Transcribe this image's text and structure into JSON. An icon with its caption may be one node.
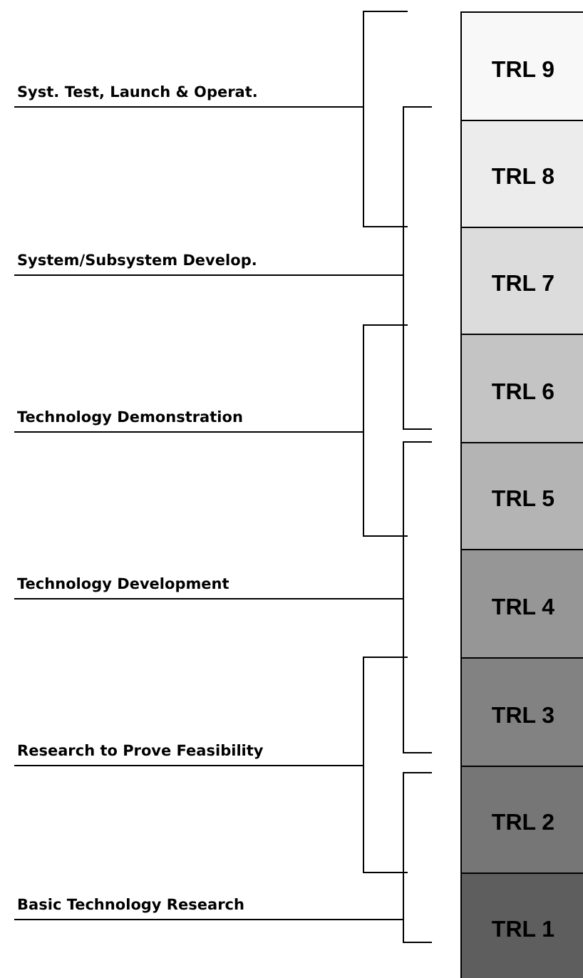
{
  "diagram": {
    "nodes": [
      {
        "text": [
          "TRL 9"
        ]
      },
      {
        "text": [
          "TRL 8"
        ]
      },
      {
        "text": [
          "TRL 7"
        ]
      },
      {
        "text": [
          "TRL 6"
        ]
      },
      {
        "text": [
          "TRL 5"
        ]
      },
      {
        "text": [
          "TRL 4"
        ]
      },
      {
        "text": [
          "TRL 3"
        ]
      },
      {
        "text": [
          "TRL 2"
        ]
      },
      {
        "text": [
          "TRL 1"
        ]
      }
    ],
    "edges": [],
    "labels": [
      "Syst. Test, Launch & Operat.",
      "System/Subsystem Develop.",
      "Technology Demonstration",
      "Technology Development",
      "Research to Prove Feasibility",
      "Basic Technology Research"
    ]
  }
}
